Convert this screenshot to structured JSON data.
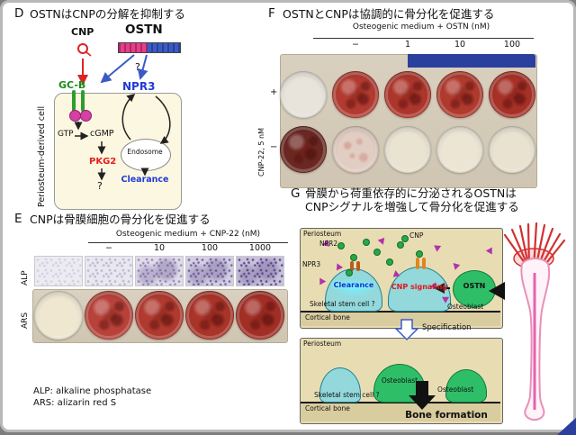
{
  "colors": {
    "accent_blue": "#2b3f9e",
    "stain_red": "#b23b31",
    "alp_purple": "#56428a"
  },
  "panelD": {
    "label": "D",
    "title": "OSTNはCNPの分解を抑制する",
    "cnp": "CNP",
    "ostn": "OSTN",
    "gcb": "GC-B",
    "npr3": "NPR3",
    "cell": "Periosteum-derived cell",
    "gtp": "GTP",
    "cgmp": "cGMP",
    "pkg2": "PKG2",
    "endosome": "Endosome",
    "clearance": "Clearance",
    "question1": "?",
    "question2": "?"
  },
  "panelE": {
    "label": "E",
    "title": "CNPは骨膜細胞の骨分化を促進する",
    "header": "Osteogenic medium + CNP-22 (nM)",
    "columns": [
      "−",
      "10",
      "100",
      "1000"
    ],
    "row_alp": "ALP",
    "row_ars": "ARS",
    "alp_colors": [
      "#edebf2",
      "#e9e7ef",
      "#e0dcea",
      "#d4cfe2",
      "#c8c2d9"
    ],
    "ars_colors": [
      "#efe7d0",
      "#b8423a",
      "#b03a30",
      "#a93429",
      "#a22f26"
    ],
    "footnote1": "ALP: alkaline phosphatase",
    "footnote2": "ARS: alizarin red S"
  },
  "panelF": {
    "label": "F",
    "title": "OSTNとCNPは協調的に骨分化を促進する",
    "header": "Osteogenic medium + OSTN (nM)",
    "columns": [
      "−",
      "1",
      "10",
      "100"
    ],
    "row_label": "CNP-22, 5 nM",
    "row1_sign": "+",
    "row2_sign": "−",
    "row1_wells": [
      "#e8e4db",
      "#b23b31",
      "#ad362c",
      "#b03a2e",
      "#a63127"
    ],
    "row2_wells": [
      "#6b2822",
      "#e2cdc2",
      "#eae3d2",
      "#ece5d4",
      "#e9e2d1"
    ]
  },
  "panelG": {
    "label": "G",
    "title1": "骨膜から荷重依存的に分泌されるOSTNは",
    "title2": "CNPシグナルを増強して骨分化を促進する",
    "top": {
      "periosteum": "Periosteum",
      "npr2": "NPR2",
      "npr3": "NPR3",
      "cnp": "CNP",
      "clearance": "Clearance",
      "cnp_signaling": "CNP signaling",
      "ostn": "OSTN",
      "osteoblast": "Osteoblast",
      "skeletal": "Skeletal stem cell ?",
      "cortical": "Cortical bone"
    },
    "specification": "Specification",
    "bottom": {
      "periosteum": "Periosteum",
      "osteoblast_mid": "Osteoblast",
      "osteoblast_right": "Osteoblast",
      "skeletal": "Skeletal stem cell ?",
      "cortical": "Cortical bone",
      "bone_formation": "Bone formation"
    }
  }
}
